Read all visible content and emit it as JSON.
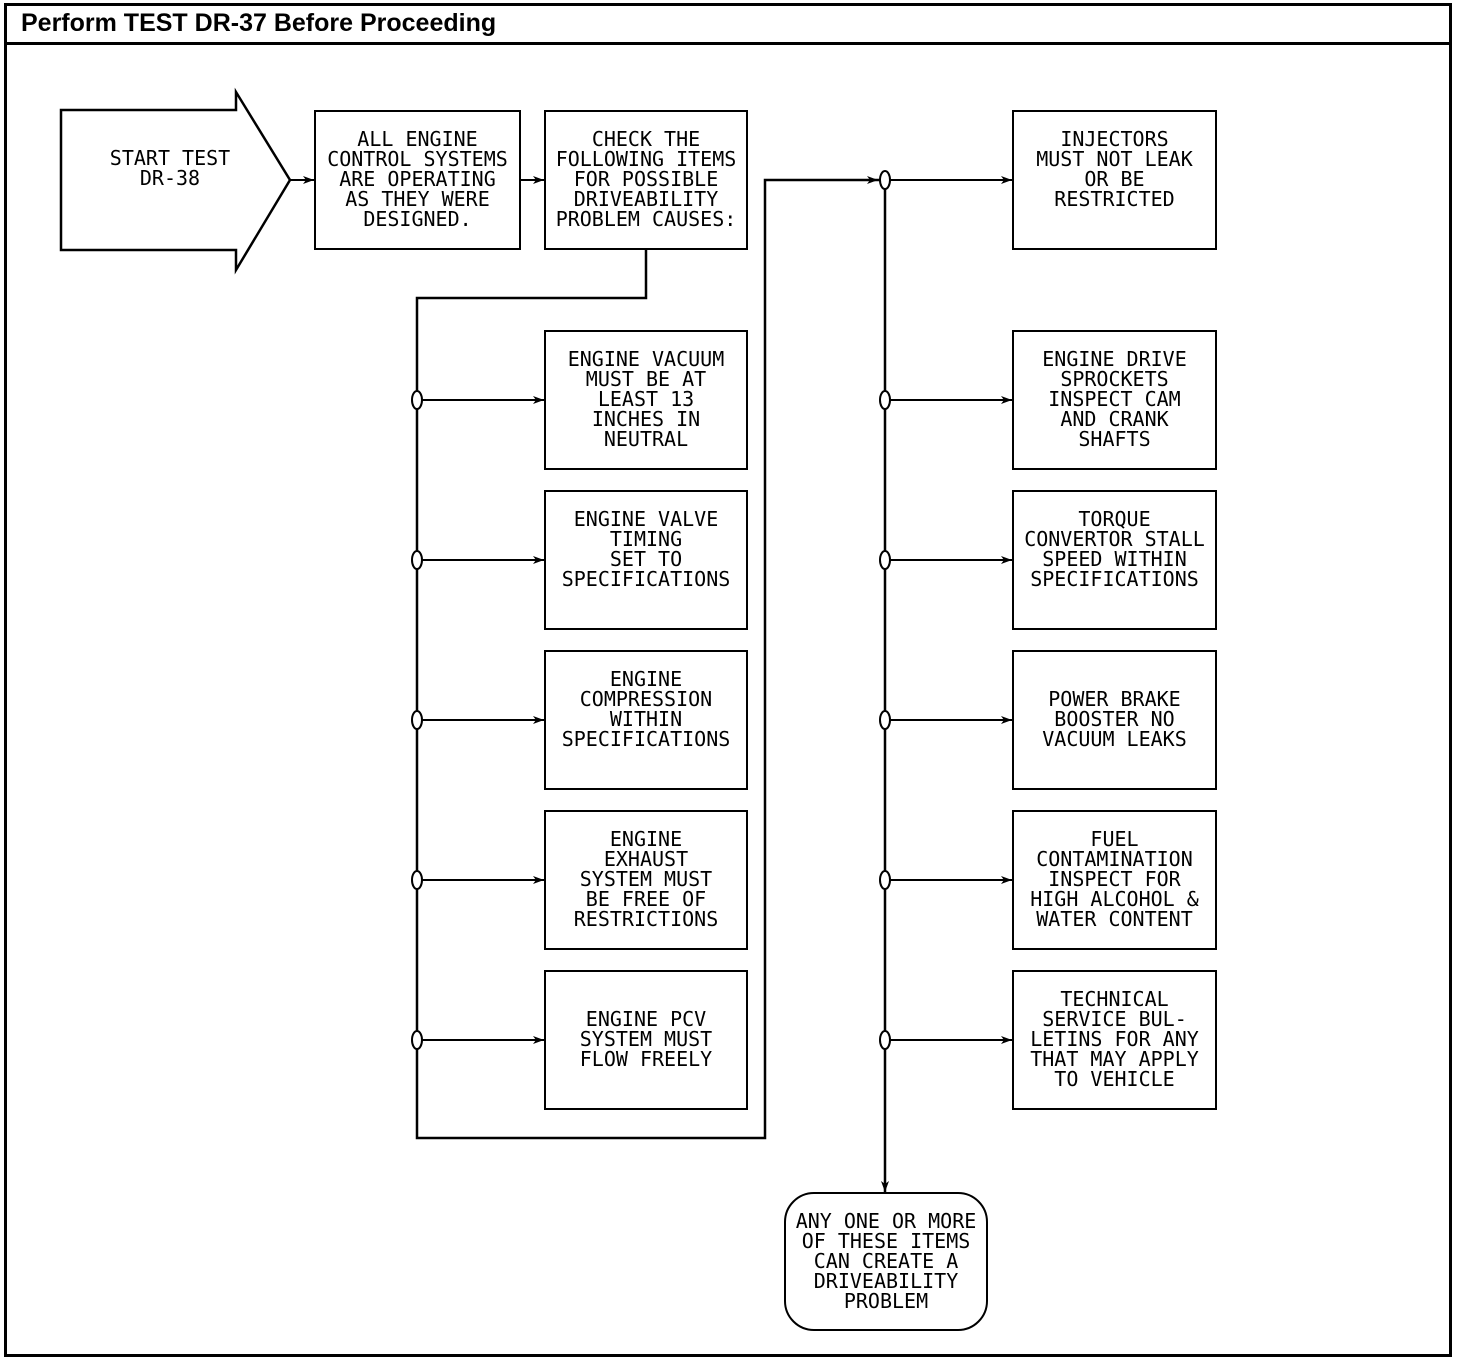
{
  "title": "Perform TEST DR-37 Before Proceeding",
  "start": {
    "label": "START TEST\nDR-38"
  },
  "boxes": {
    "all_engine": "ALL ENGINE\nCONTROL SYSTEMS\nARE OPERATING\nAS THEY WERE\nDESIGNED.",
    "check_items": "CHECK THE\nFOLLOWING ITEMS\nFOR POSSIBLE\nDRIVEABILITY\nPROBLEM CAUSES:",
    "vacuum": "ENGINE VACUUM\nMUST BE AT\nLEAST 13\nINCHES IN\nNEUTRAL",
    "valve_timing": "ENGINE VALVE\nTIMING\nSET TO\nSPECIFICATIONS",
    "compression": "ENGINE\nCOMPRESSION\nWITHIN\nSPECIFICATIONS",
    "exhaust": "ENGINE\nEXHAUST\nSYSTEM MUST\nBE FREE OF\nRESTRICTIONS",
    "pcv": "ENGINE PCV\nSYSTEM MUST\nFLOW FREELY",
    "injectors": "INJECTORS\nMUST NOT LEAK\nOR BE\nRESTRICTED",
    "sprockets": "ENGINE DRIVE\nSPROCKETS\nINSPECT CAM\nAND CRANK\nSHAFTS",
    "torque": "TORQUE\nCONVERTOR STALL\nSPEED WITHIN\nSPECIFICATIONS",
    "brake": "POWER BRAKE\nBOOSTER NO\nVACUUM LEAKS",
    "fuel": "FUEL\nCONTAMINATION\nINSPECT FOR\nHIGH ALCOHOL &\nWATER CONTENT",
    "tsb": "TECHNICAL\nSERVICE BUL-\nLETINS FOR ANY\nTHAT MAY APPLY\nTO VEHICLE"
  },
  "end": {
    "label": "ANY ONE OR MORE\nOF THESE ITEMS\nCAN CREATE A\nDRIVEABILITY\nPROBLEM"
  }
}
